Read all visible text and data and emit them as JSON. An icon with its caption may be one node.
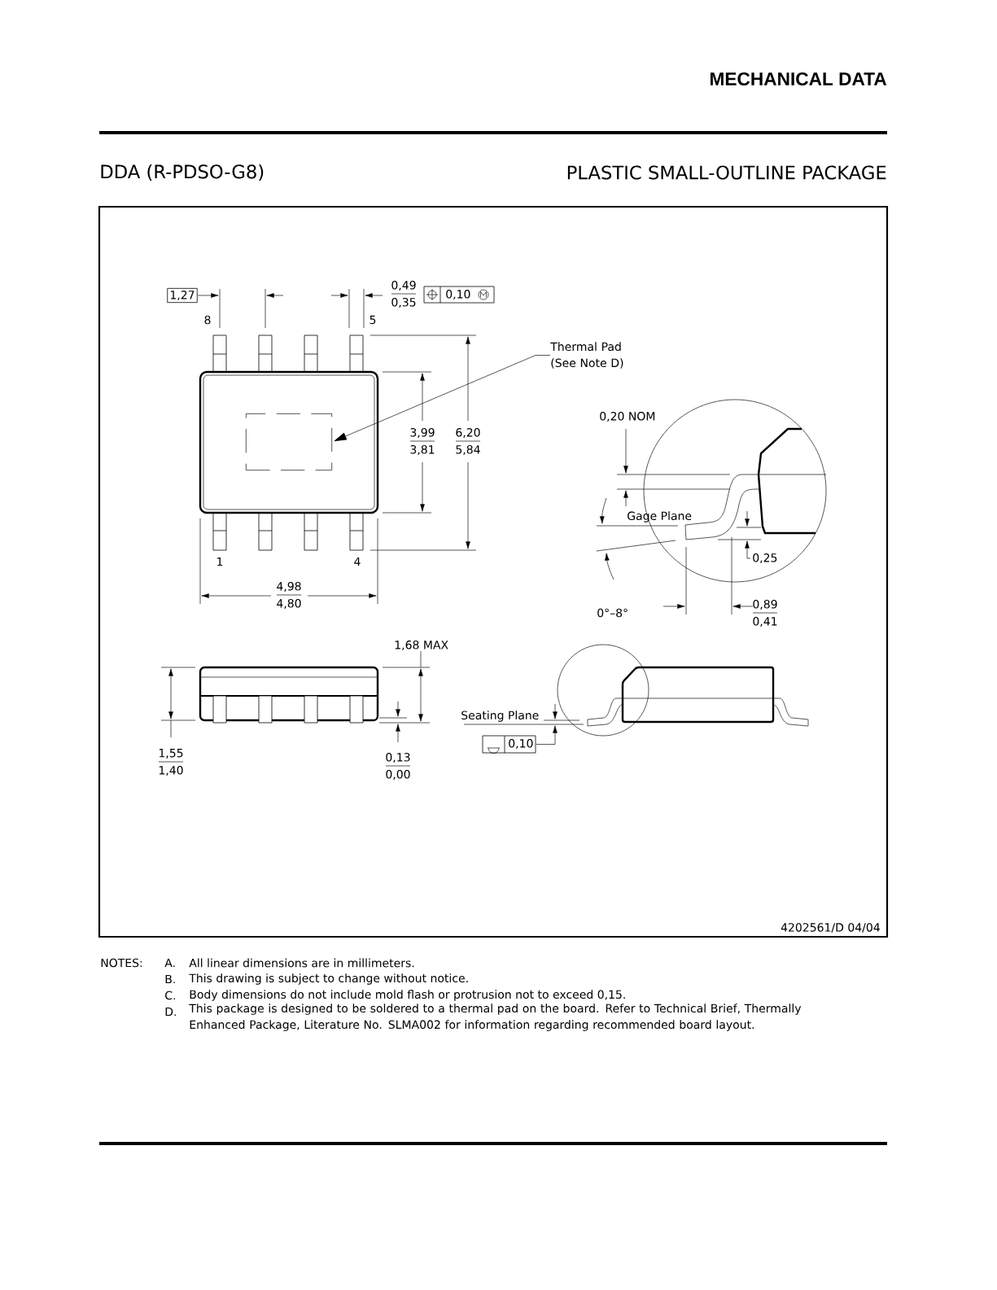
{
  "diagram": {
    "nodes": [
      {
        "text": [
          "Thermal Pad (See Note D)"
        ]
      },
      {
        "text": [],
        "shape": "box"
      }
    ],
    "edges": [
      {
        "from": 0,
        "to": 1,
        "arrow": "to"
      }
    ],
    "labels": [
      "MECHANICAL DATA",
      "DDA (R-PDSO-G8)",
      "PLASTIC SMALL-OUTLINE PACKAGE",
      "1,27",
      "8",
      "0,49",
      "0,35",
      "0,10",
      "5",
      "3,99",
      "3,81",
      "6,20",
      "5,84",
      "1",
      "4",
      "4,98",
      "4,80",
      "0,20 NOM",
      "Gage Plane",
      "0,25",
      "0°–8°",
      "0,89",
      "0,41",
      "1,68 MAX",
      "1,55",
      "1,40",
      "0,13",
      "0,00",
      "Seating Plane",
      "0,10",
      "4202561/D 04/04",
      "NOTES:",
      "A.",
      "All linear dimensions are in millimeters.",
      "B.",
      "This drawing is subject to change without notice.",
      "C.",
      "Body dimensions do not include mold flash or protrusion not to exceed 0,15.",
      "D.",
      "This package is designed to be soldered to a thermal pad on the board. Refer to Technical Brief, Thermally Enhanced Package, Literature No. SLMA002 for information regarding recommended board layout."
    ]
  }
}
